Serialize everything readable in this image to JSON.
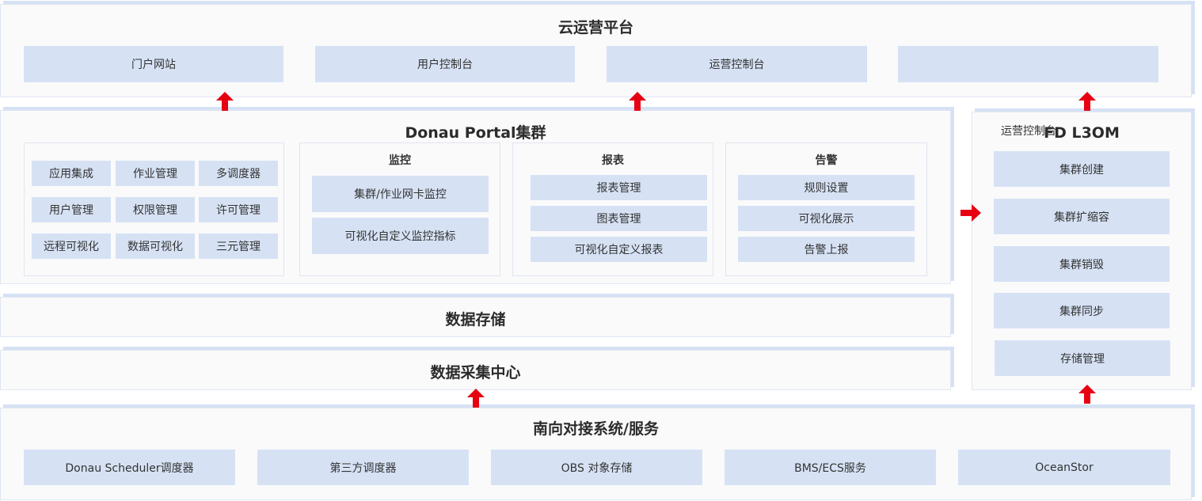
{
  "cloud": {
    "title": "云运营平台",
    "items": [
      "门户网站",
      "用户控制台",
      "运营控制台",
      ""
    ]
  },
  "portal": {
    "title": "Donau Portal集群",
    "features": [
      "应用集成",
      "作业管理",
      "多调度器",
      "用户管理",
      "权限管理",
      "许可管理",
      "远程可视化",
      "数据可视化",
      "三元管理"
    ],
    "monitor": {
      "title": "监控",
      "items": [
        "集群/作业网卡监控",
        "可视化自定义监控指标"
      ]
    },
    "report": {
      "title": "报表",
      "items": [
        "报表管理",
        "图表管理",
        "可视化自定义报表"
      ]
    },
    "alarm": {
      "title": "告警",
      "items": [
        "规则设置",
        "可视化展示",
        "告警上报"
      ]
    }
  },
  "storage": {
    "title": "数据存储"
  },
  "collect": {
    "title": "数据采集中心"
  },
  "south": {
    "title": "南向对接系统/服务",
    "items": [
      "Donau Scheduler调度器",
      "第三方调度器",
      "OBS 对象存储",
      "BMS/ECS服务",
      "OceanStor"
    ]
  },
  "fd": {
    "title": "FD L3OM",
    "overlay_label": "运营控制台",
    "items": [
      "集群创建",
      "集群扩缩容",
      "集群销毁",
      "集群同步",
      "存储管理"
    ]
  },
  "colors": {
    "box": "#d6e2f4",
    "arrow": "#e60012",
    "panel": "#fafafb"
  }
}
